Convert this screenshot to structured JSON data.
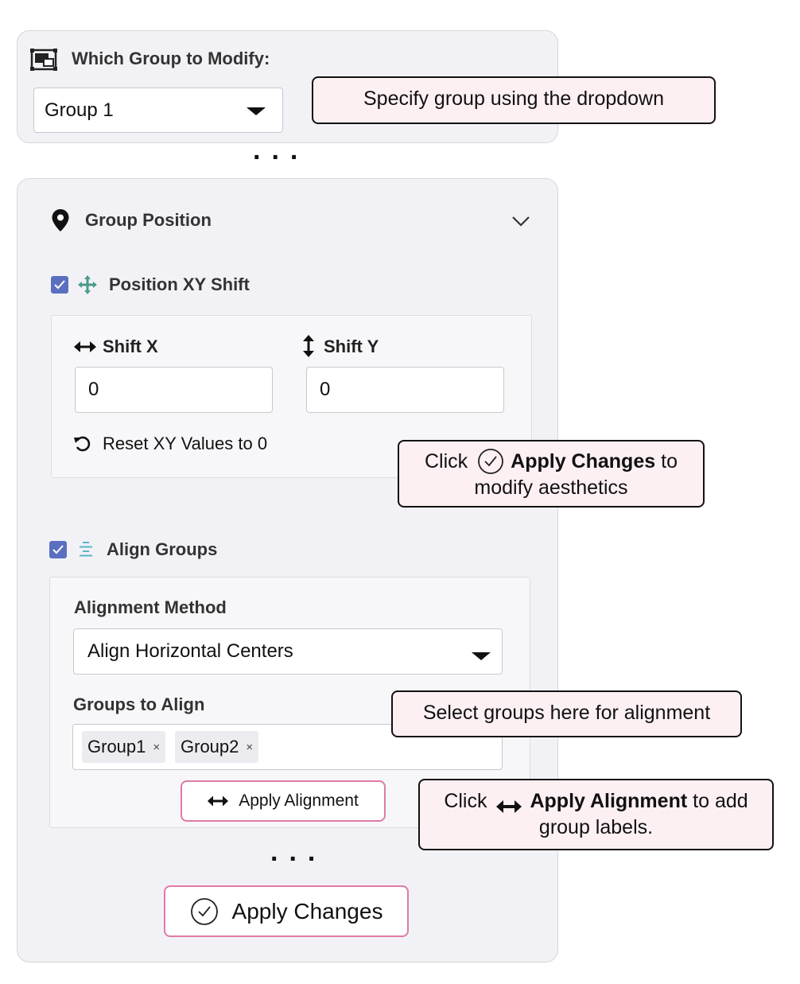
{
  "top_panel": {
    "title": "Which Group to Modify:",
    "group_select_value": "Group 1"
  },
  "callouts": {
    "dropdown": "Specify group using the dropdown",
    "apply_changes_pre": "Click",
    "apply_changes_bold": "Apply Changes",
    "apply_changes_post": "to",
    "apply_changes_line2": "modify aesthetics",
    "groups_select": "Select groups here for alignment",
    "apply_alignment_pre": "Click",
    "apply_alignment_bold": "Apply Alignment",
    "apply_alignment_post": "to add",
    "apply_alignment_line2": "group labels."
  },
  "ellipsis": "...",
  "group_position": {
    "title": "Group Position",
    "xy_shift": {
      "title": "Position XY Shift",
      "checked": true,
      "shift_x_label": "Shift X",
      "shift_x_value": "0",
      "shift_y_label": "Shift Y",
      "shift_y_value": "0",
      "reset_label": "Reset XY Values to 0"
    },
    "align_groups": {
      "title": "Align Groups",
      "checked": true,
      "method_label": "Alignment Method",
      "method_value": "Align Horizontal Centers",
      "groups_label": "Groups to Align",
      "selected_groups": [
        "Group1",
        "Group2"
      ],
      "remove_symbol": "×",
      "apply_button": "Apply Alignment"
    }
  },
  "apply_changes_button": "Apply Changes",
  "colors": {
    "checkbox": "#5b6fc0",
    "move_icon": "#4a9a8a",
    "align_icon": "#5ab4c8",
    "button_border": "#e07aa8",
    "callout_bg": "#fdf0f3",
    "panel_bg": "#f2f2f6"
  }
}
